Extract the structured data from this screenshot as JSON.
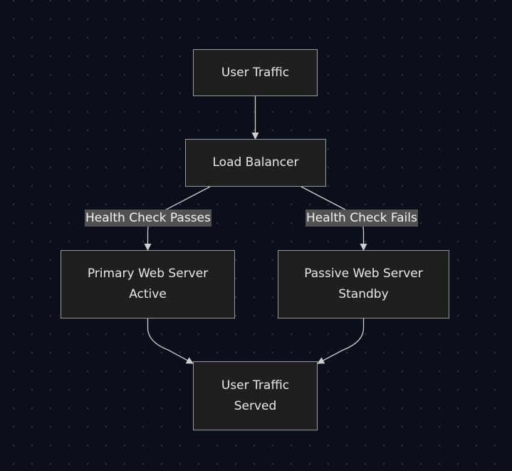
{
  "nodes": {
    "user_traffic": {
      "line1": "User Traffic"
    },
    "load_balancer": {
      "line1": "Load Balancer"
    },
    "primary_server": {
      "line1": "Primary Web Server",
      "line2": "Active"
    },
    "passive_server": {
      "line1": "Passive Web Server",
      "line2": "Standby"
    },
    "traffic_served": {
      "line1": "User Traffic",
      "line2": "Served"
    }
  },
  "edges": {
    "health_pass_label": "Health Check Passes",
    "health_fail_label": "Health Check Fails"
  },
  "colors": {
    "background": "#0b0f1a",
    "node_fill": "#1f1f1f",
    "node_border": "#9a9a9a",
    "edge_stroke": "#cfcfcf",
    "label_fill": "#525252"
  }
}
